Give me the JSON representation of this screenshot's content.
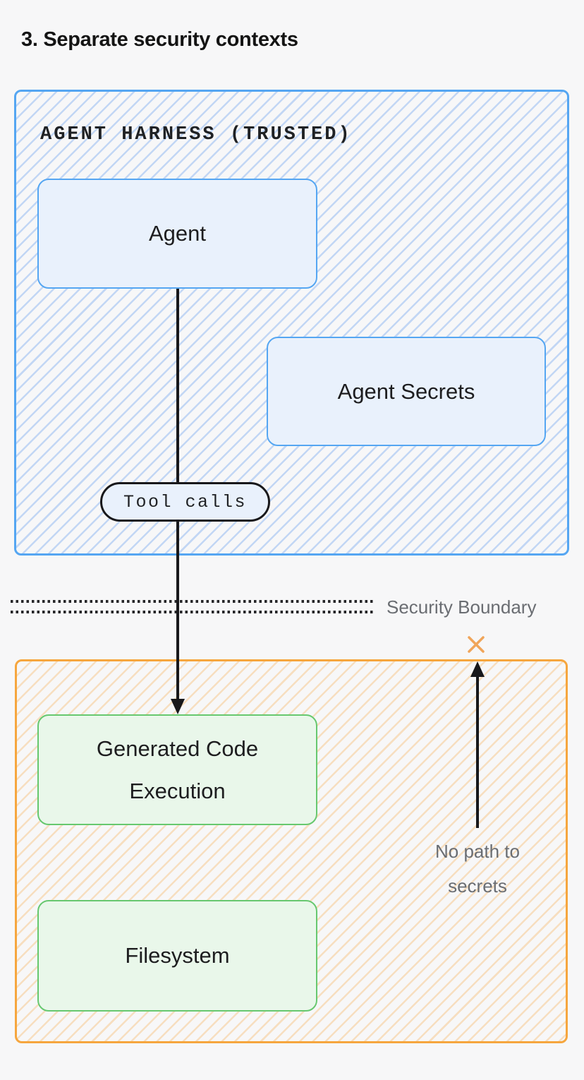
{
  "title": "3. Separate security contexts",
  "trusted_zone": {
    "label": "AGENT HARNESS (TRUSTED)",
    "agent_label": "Agent",
    "secrets_label": "Agent Secrets",
    "edge_label": "Tool calls"
  },
  "boundary": {
    "label": "Security Boundary"
  },
  "untrusted_zone": {
    "generated_code_label": "Generated Code Execution",
    "filesystem_label": "Filesystem",
    "no_path_label": "No path to secrets"
  },
  "icons": {
    "blocked_x_icon": "x-cross",
    "arrow_down_icon": "arrow-down",
    "arrow_up_icon": "arrow-up"
  },
  "colors": {
    "background": "#f7f7f8",
    "trusted_border": "#55a6f2",
    "trusted_node_fill": "#e9f1fc",
    "untrusted_border": "#f6a63e",
    "green_node_border": "#67c86f",
    "green_node_fill": "#e9f7ea",
    "arrow": "#18181b",
    "blocked_x": "#f0a55a",
    "muted_text": "#6a6d72",
    "title_text": "#141414"
  }
}
